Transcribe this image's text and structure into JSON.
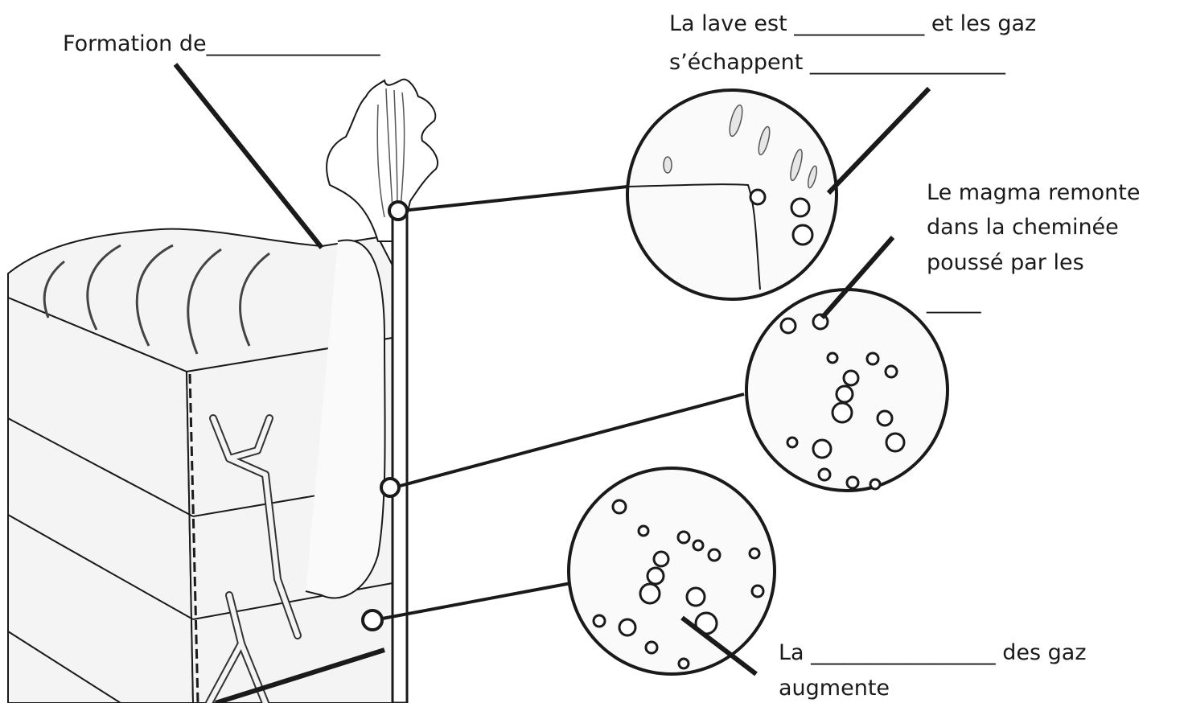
{
  "colors": {
    "ink": "#1a1a1a",
    "rock_fill": "#f4f4f4",
    "magma_fill": "#fafafa",
    "bubble_fill": "#ffffff"
  },
  "labels": {
    "formation": "Formation de________________",
    "lave_line1": "La lave est ____________ et les gaz",
    "lave_line2": "s’échappent __________________",
    "remonte_line1": "Le magma remonte",
    "remonte_line2": "dans la cheminée",
    "remonte_line3": "poussé par les",
    "remonte_line4": "_____",
    "pression_line1": "La _________________ des gaz",
    "pression_line2": "augmente"
  }
}
